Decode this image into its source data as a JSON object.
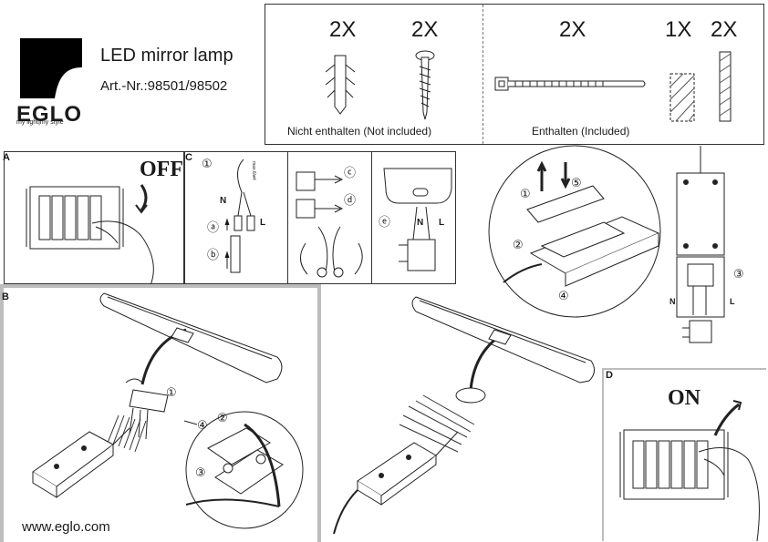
{
  "brand": {
    "logo": "EGLO",
    "tagline": "my light|my style",
    "website": "www.eglo.com"
  },
  "product": {
    "name": "LED mirror lamp",
    "art_label": "Art.-Nr.:",
    "art_numbers": "98501/98502"
  },
  "parts": {
    "not_included": {
      "anchor_qty": "2X",
      "screw_qty": "2X",
      "caption": "Nicht enthalten (Not included)"
    },
    "included": {
      "cable_tie_qty": "2X",
      "pad_qty": "1X",
      "strip_qty": "2X",
      "caption": "Enthalten (Included)"
    }
  },
  "steps": {
    "A": {
      "label": "A",
      "state": "OFF"
    },
    "B": {
      "label": "B",
      "marks": [
        "①",
        "②",
        "③",
        "④"
      ]
    },
    "C": {
      "label": "C",
      "mark_1": "①",
      "mark_a": "ⓐ",
      "mark_b": "ⓑ",
      "mark_c": "ⓒ",
      "mark_d": "ⓓ",
      "mark_e": "ⓔ",
      "wire_n": "N",
      "wire_l": "L",
      "dim": "max.6/ø4"
    },
    "box": {
      "marks": [
        "①",
        "②",
        "③",
        "④",
        "⑤"
      ],
      "wire_n": "N",
      "wire_l": "L"
    },
    "D": {
      "label": "D",
      "state": "ON"
    }
  },
  "colors": {
    "line": "#1a1a1a",
    "frame": "#bdbdbd",
    "brand": "#000000"
  }
}
